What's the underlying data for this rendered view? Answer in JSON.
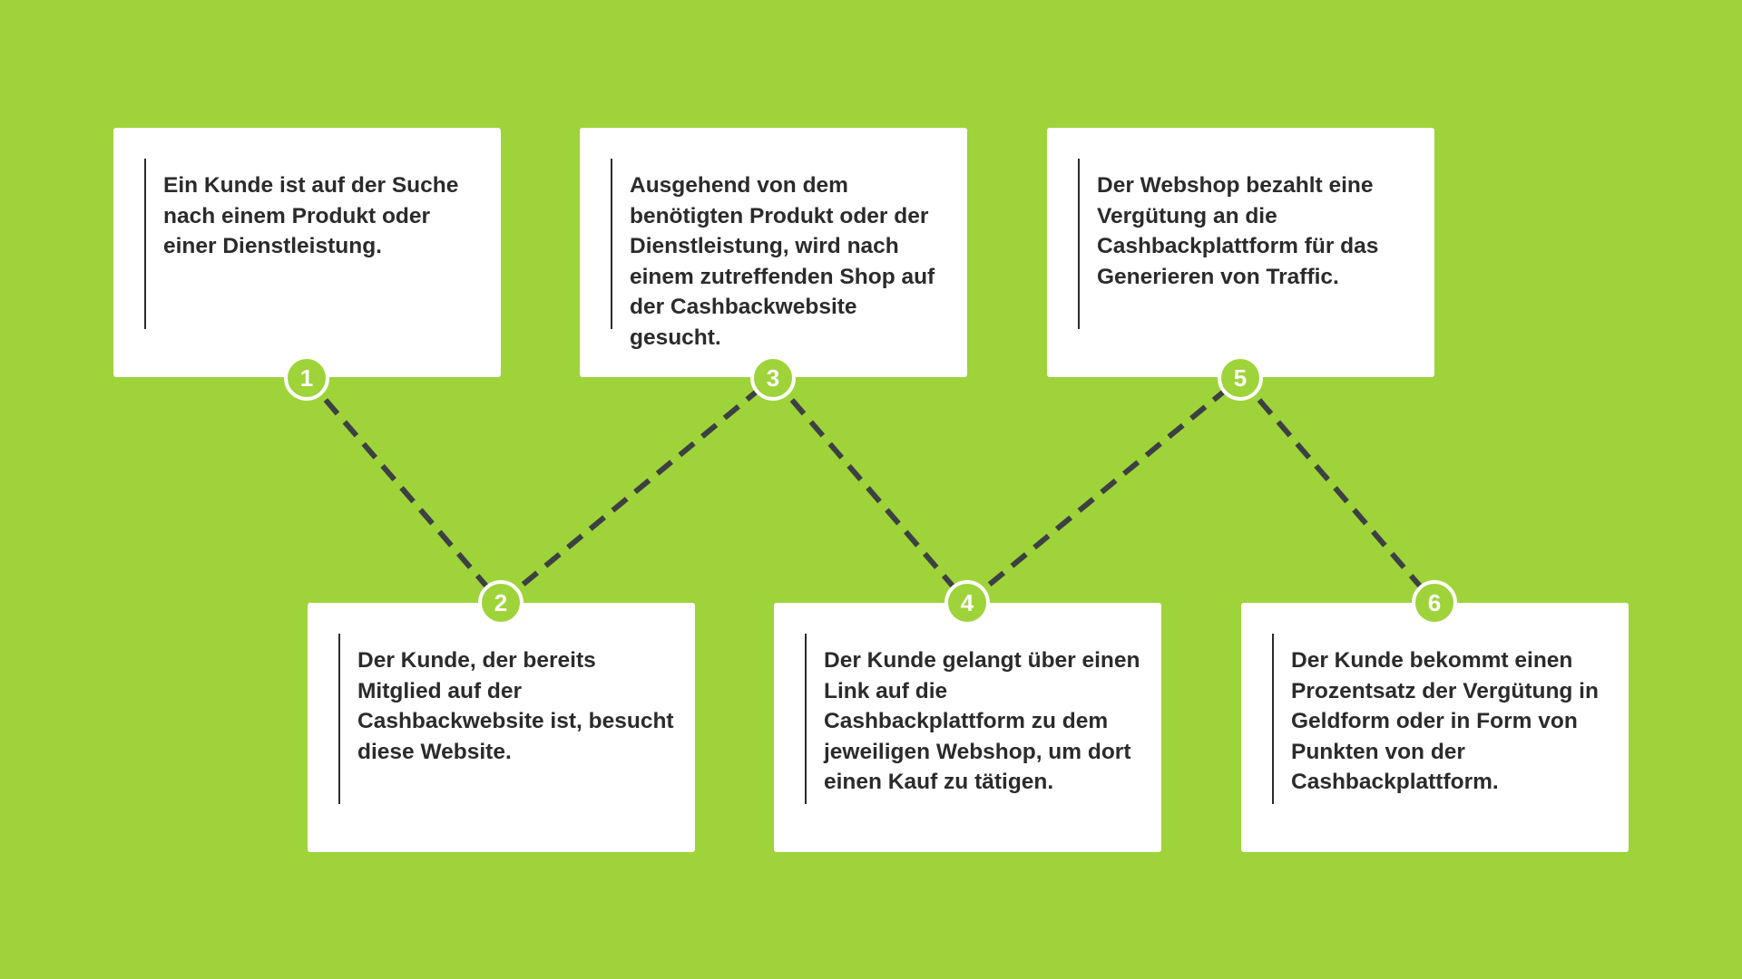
{
  "colors": {
    "background": "#9fd33a",
    "card": "#ffffff",
    "text": "#2b2b2b",
    "connector": "#3d4043",
    "badge_fill": "#9fd33a",
    "badge_border": "#ffffff"
  },
  "steps": [
    {
      "number": "1",
      "text": "Ein Kunde ist auf der Suche nach einem Produkt oder einer Dienstleistung."
    },
    {
      "number": "2",
      "text": "Der Kunde, der bereits Mitglied auf der Cashbackwebsite ist, besucht diese Website."
    },
    {
      "number": "3",
      "text": "Ausgehend von dem benötigten Produkt oder der Dienstleistung, wird nach einem zutreffenden Shop auf der Cashbackwebsite gesucht."
    },
    {
      "number": "4",
      "text": "Der Kunde gelangt über einen Link auf die Cashbackplattform zu dem jeweiligen Webshop, um dort einen Kauf zu tätigen."
    },
    {
      "number": "5",
      "text": "Der Webshop bezahlt eine Vergütung an die Cashbackplattform für das Generieren von Traffic."
    },
    {
      "number": "6",
      "text": "Der Kunde bekommt einen Prozentsatz der Vergütung in Geldform oder in Form von Punkten von der Cashbackplattform."
    }
  ]
}
